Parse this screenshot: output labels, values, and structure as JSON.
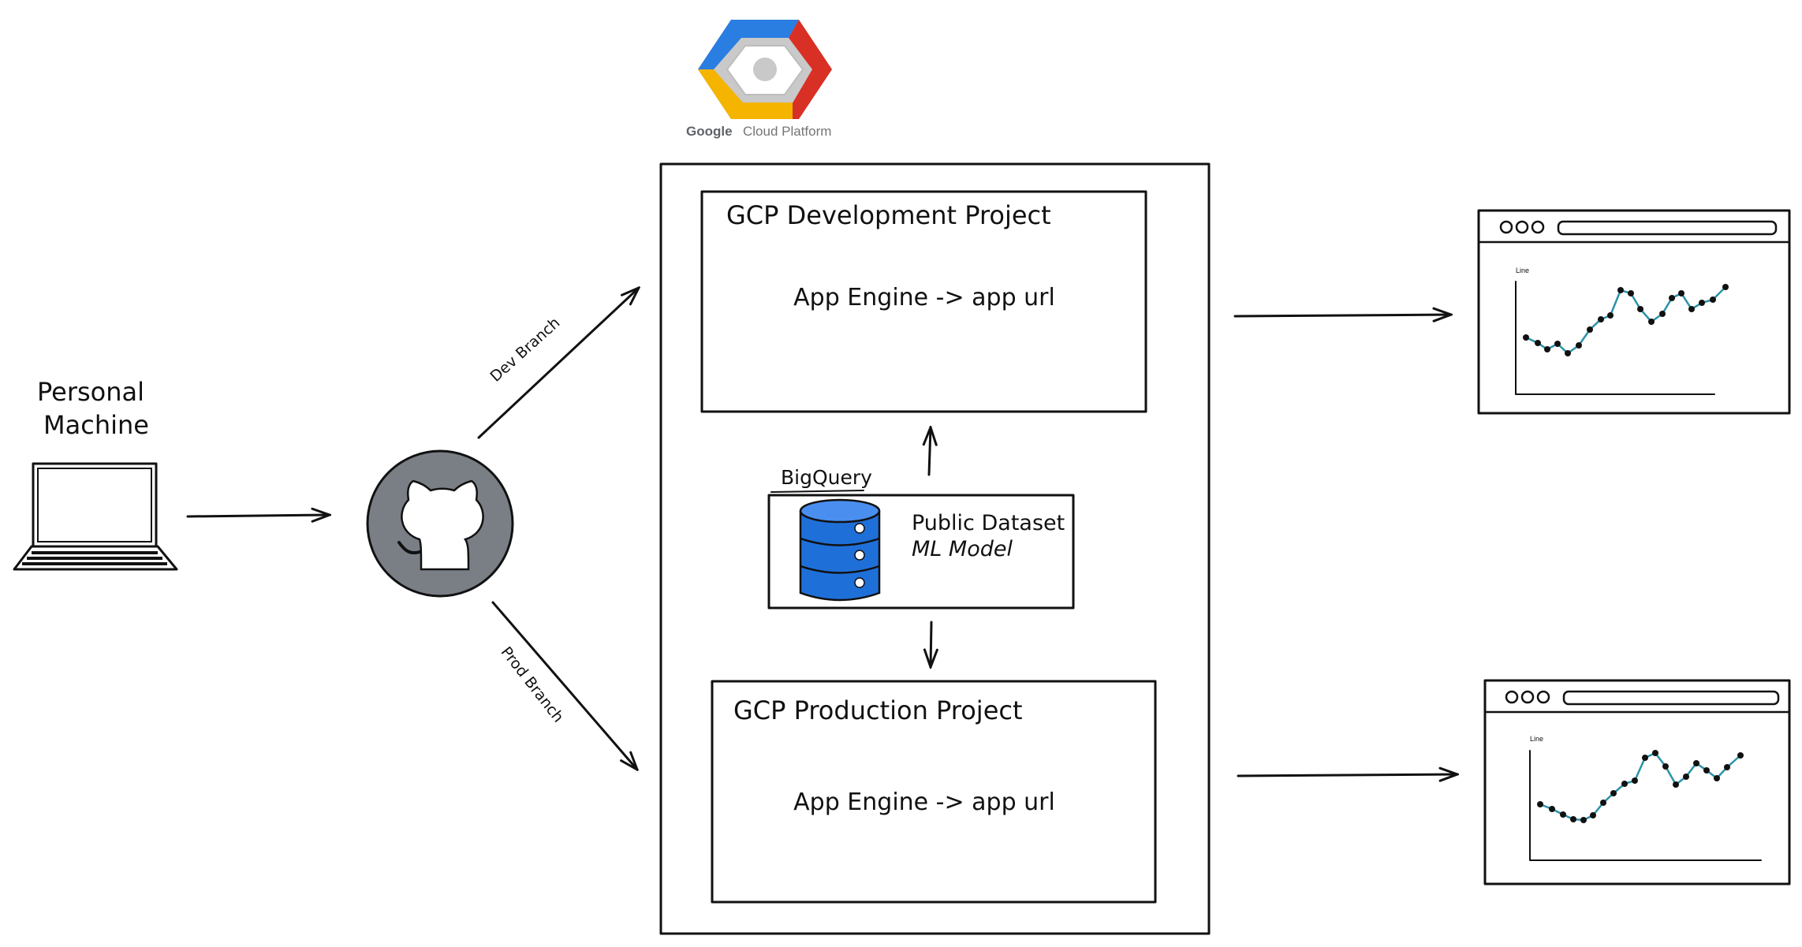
{
  "personal_machine": {
    "line1": "Personal",
    "line2": "Machine"
  },
  "arrows": {
    "dev_branch": "Dev Branch",
    "prod_branch": "Prod Branch"
  },
  "gcp_logo": {
    "google": "Google",
    "platform": "Cloud Platform"
  },
  "dev_project": {
    "title": "GCP Development Project",
    "body": "App Engine -> app url"
  },
  "bigquery": {
    "label": "BigQuery",
    "line1": "Public Dataset",
    "line2": "ML Model"
  },
  "prod_project": {
    "title": "GCP Production Project",
    "body": "App Engine -> app url"
  },
  "browser_dev": {
    "chart_label": "Line"
  },
  "browser_prod": {
    "chart_label": "Line"
  },
  "colors": {
    "github_circle": "#7a7f86",
    "gcp_blue": "#2a7de1",
    "gcp_red": "#d93025",
    "gcp_yellow": "#f4b400",
    "gcp_grey": "#c9c9c9",
    "db_blue": "#1f6fd8",
    "chart_line": "#2a93a8"
  }
}
